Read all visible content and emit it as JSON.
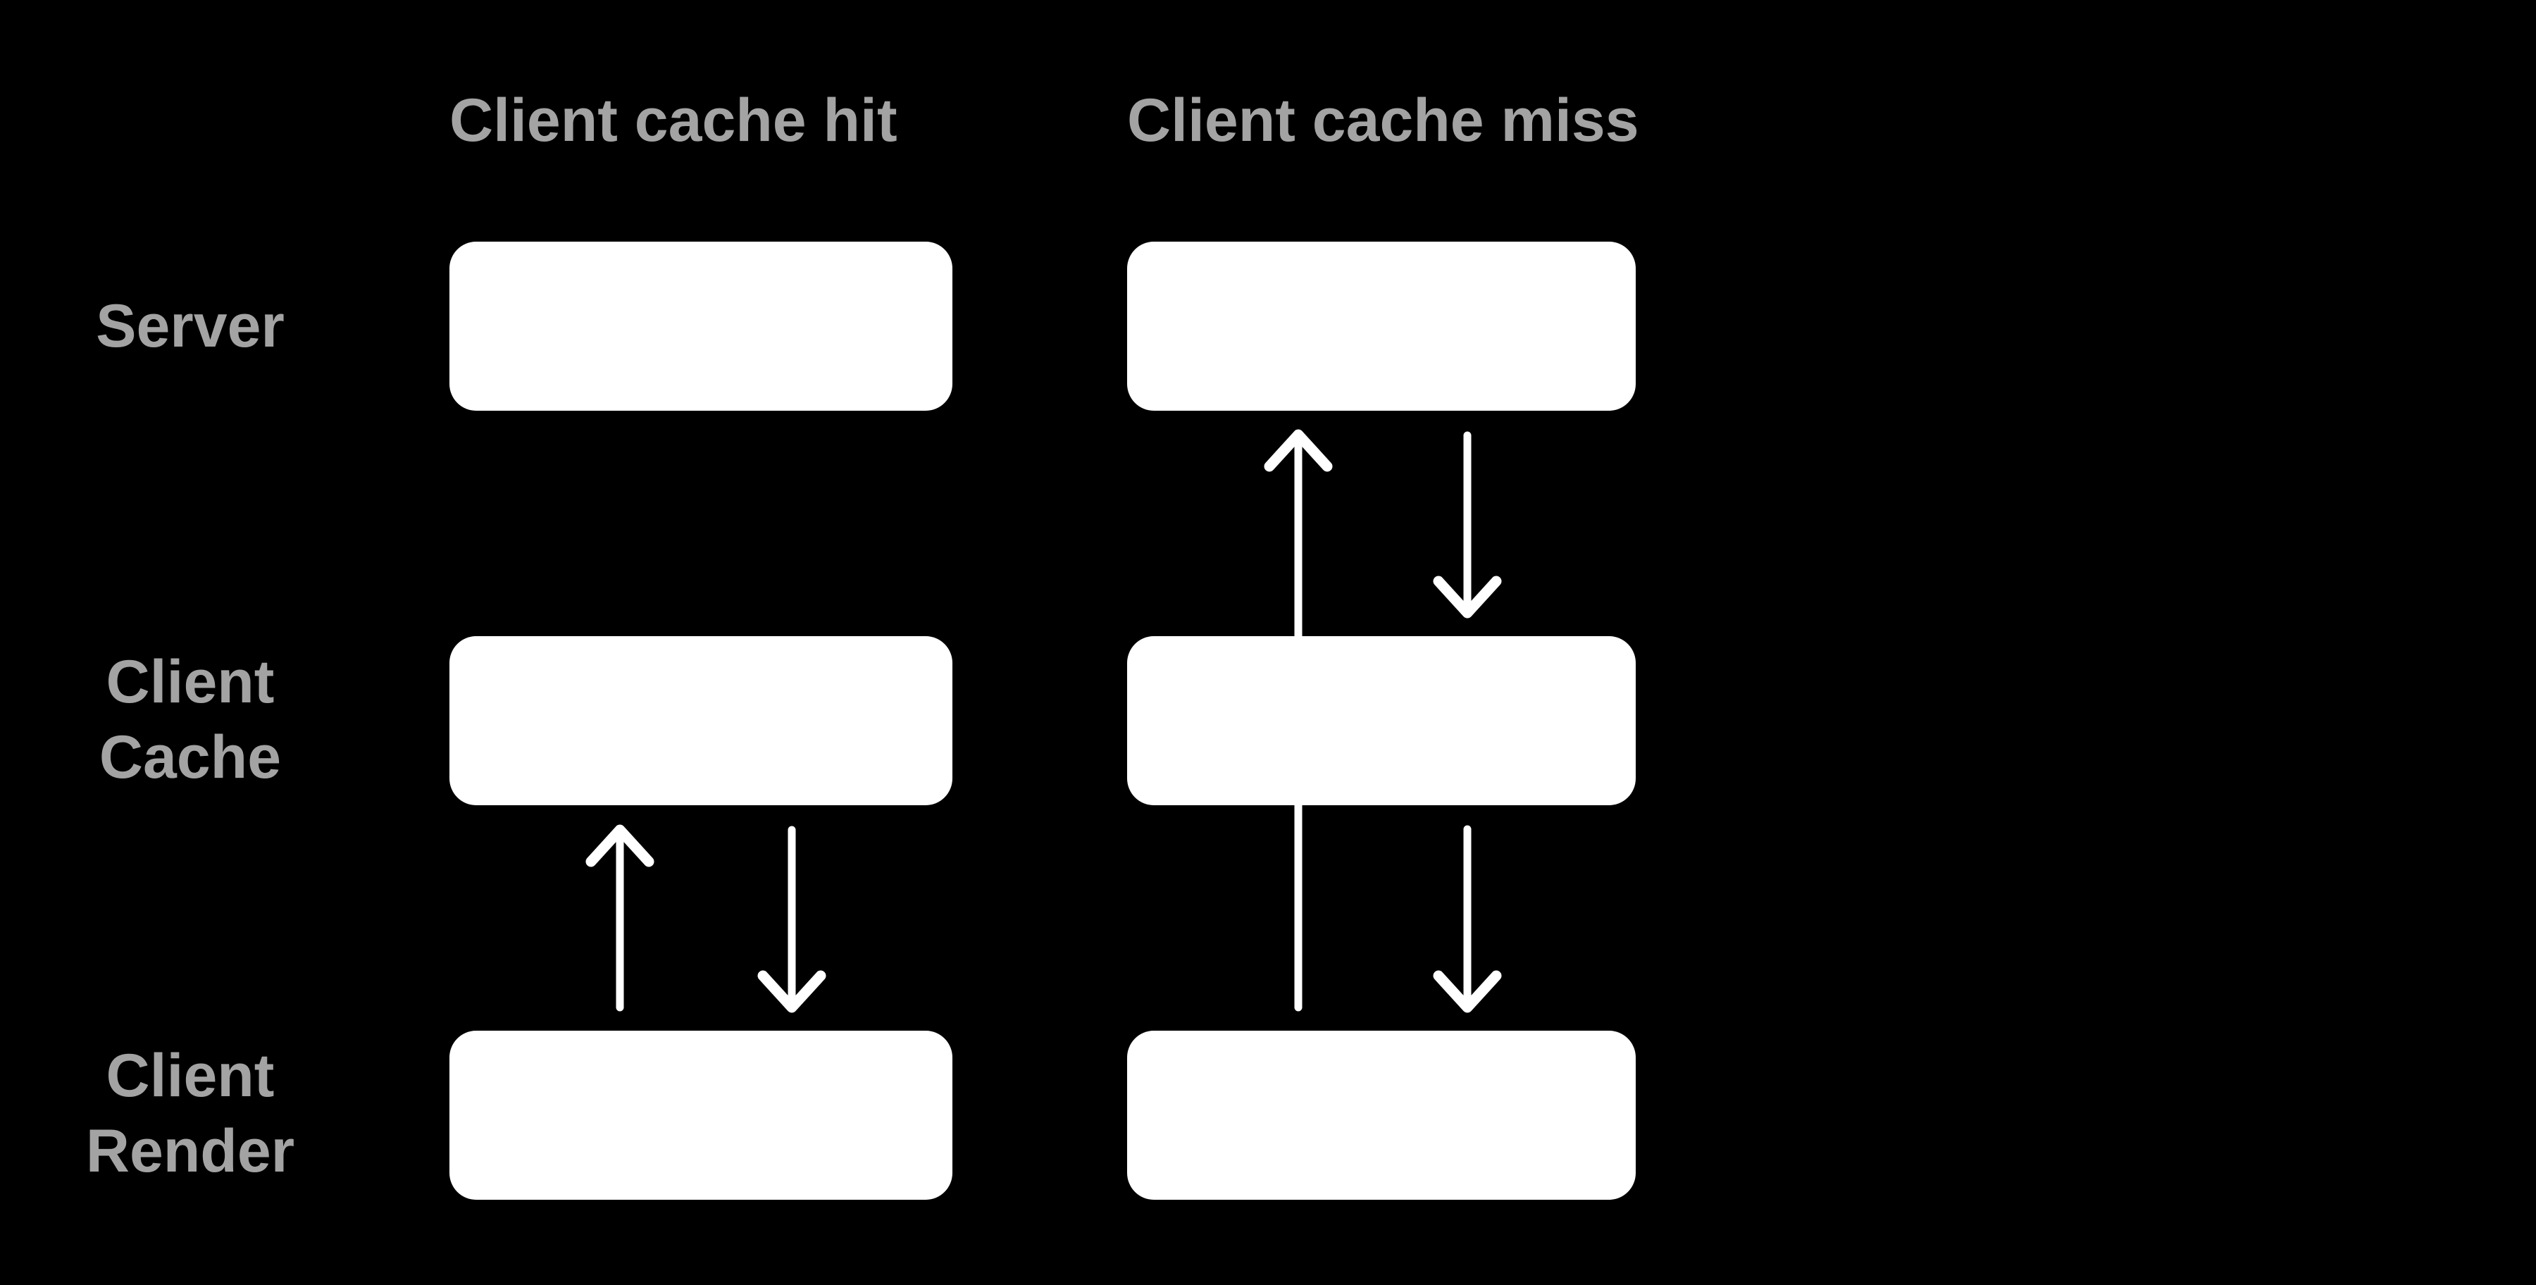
{
  "colors": {
    "background": "#000000",
    "box": "#ffffff",
    "arrow": "#ffffff",
    "text": "#a3a3a3"
  },
  "columns": [
    {
      "id": "cache-hit",
      "header": "Client cache hit"
    },
    {
      "id": "cache-miss",
      "header": "Client cache miss"
    }
  ],
  "rows": [
    {
      "id": "server",
      "lines": [
        "Server"
      ]
    },
    {
      "id": "client-cache",
      "lines": [
        "Client",
        "Cache"
      ]
    },
    {
      "id": "client-render",
      "lines": [
        "Client",
        "Render"
      ]
    }
  ],
  "boxes": [
    {
      "column": "cache-hit",
      "row": "server"
    },
    {
      "column": "cache-hit",
      "row": "client-cache"
    },
    {
      "column": "cache-hit",
      "row": "client-render"
    },
    {
      "column": "cache-miss",
      "row": "server"
    },
    {
      "column": "cache-miss",
      "row": "client-cache"
    },
    {
      "column": "cache-miss",
      "row": "client-render"
    }
  ],
  "arrows": [
    {
      "column": "cache-hit",
      "direction": "up",
      "from": "client-render",
      "to": "client-cache"
    },
    {
      "column": "cache-hit",
      "direction": "down",
      "from": "client-cache",
      "to": "client-render"
    },
    {
      "column": "cache-miss",
      "direction": "up",
      "from": "client-render",
      "to": "server",
      "note": "passes behind client-cache box"
    },
    {
      "column": "cache-miss",
      "direction": "down",
      "from": "server",
      "to": "client-cache"
    },
    {
      "column": "cache-miss",
      "direction": "down",
      "from": "client-cache",
      "to": "client-render"
    }
  ]
}
